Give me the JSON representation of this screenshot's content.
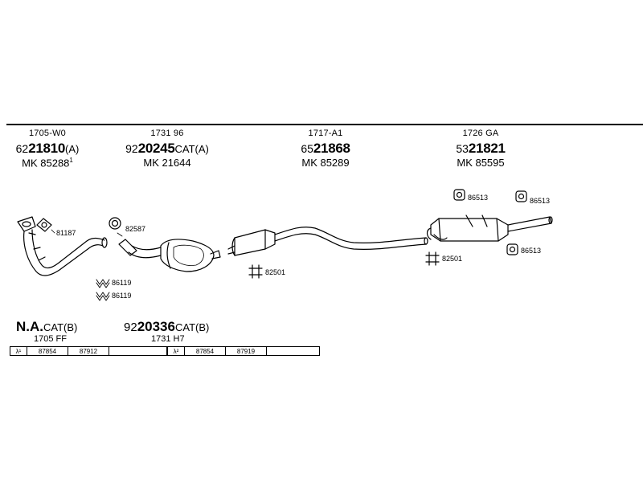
{
  "top_parts": [
    {
      "code": "1705-W0",
      "prefix": "62",
      "number": "21810",
      "suffix": "(A)",
      "mk": "MK  85288",
      "mk_sup": "1"
    },
    {
      "code": "1731 96",
      "prefix": "92",
      "number": "20245",
      "suffix": "CAT(A)",
      "mk": "MK  21644",
      "mk_sup": ""
    },
    {
      "code": "1717-A1",
      "prefix": "65",
      "number": "21868",
      "suffix": "",
      "mk": "MK  85289",
      "mk_sup": ""
    },
    {
      "code": "1726 GA",
      "prefix": "53",
      "number": "21821",
      "suffix": "",
      "mk": "MK  85595",
      "mk_sup": ""
    }
  ],
  "component_labels": {
    "gasket_1": "81187",
    "gasket_2": "82587",
    "clamp_1": "86119",
    "clamp_2": "86119",
    "hanger_1": "82501",
    "hanger_2": "82501",
    "rubber_1": "86513",
    "rubber_2": "86513",
    "rubber_3": "86513"
  },
  "bottom_parts": [
    {
      "prefix": "",
      "number": "N.A.",
      "suffix": "CAT(B)",
      "code": "1705 FF"
    },
    {
      "prefix": "92",
      "number": "20336",
      "suffix": "CAT(B)",
      "code": "1731 H7"
    }
  ],
  "lambda_tables": [
    {
      "symbol": "λ¹",
      "cells": [
        "87854",
        "87912",
        ""
      ]
    },
    {
      "symbol": "λ²",
      "cells": [
        "87854",
        "87919",
        ""
      ]
    }
  ]
}
